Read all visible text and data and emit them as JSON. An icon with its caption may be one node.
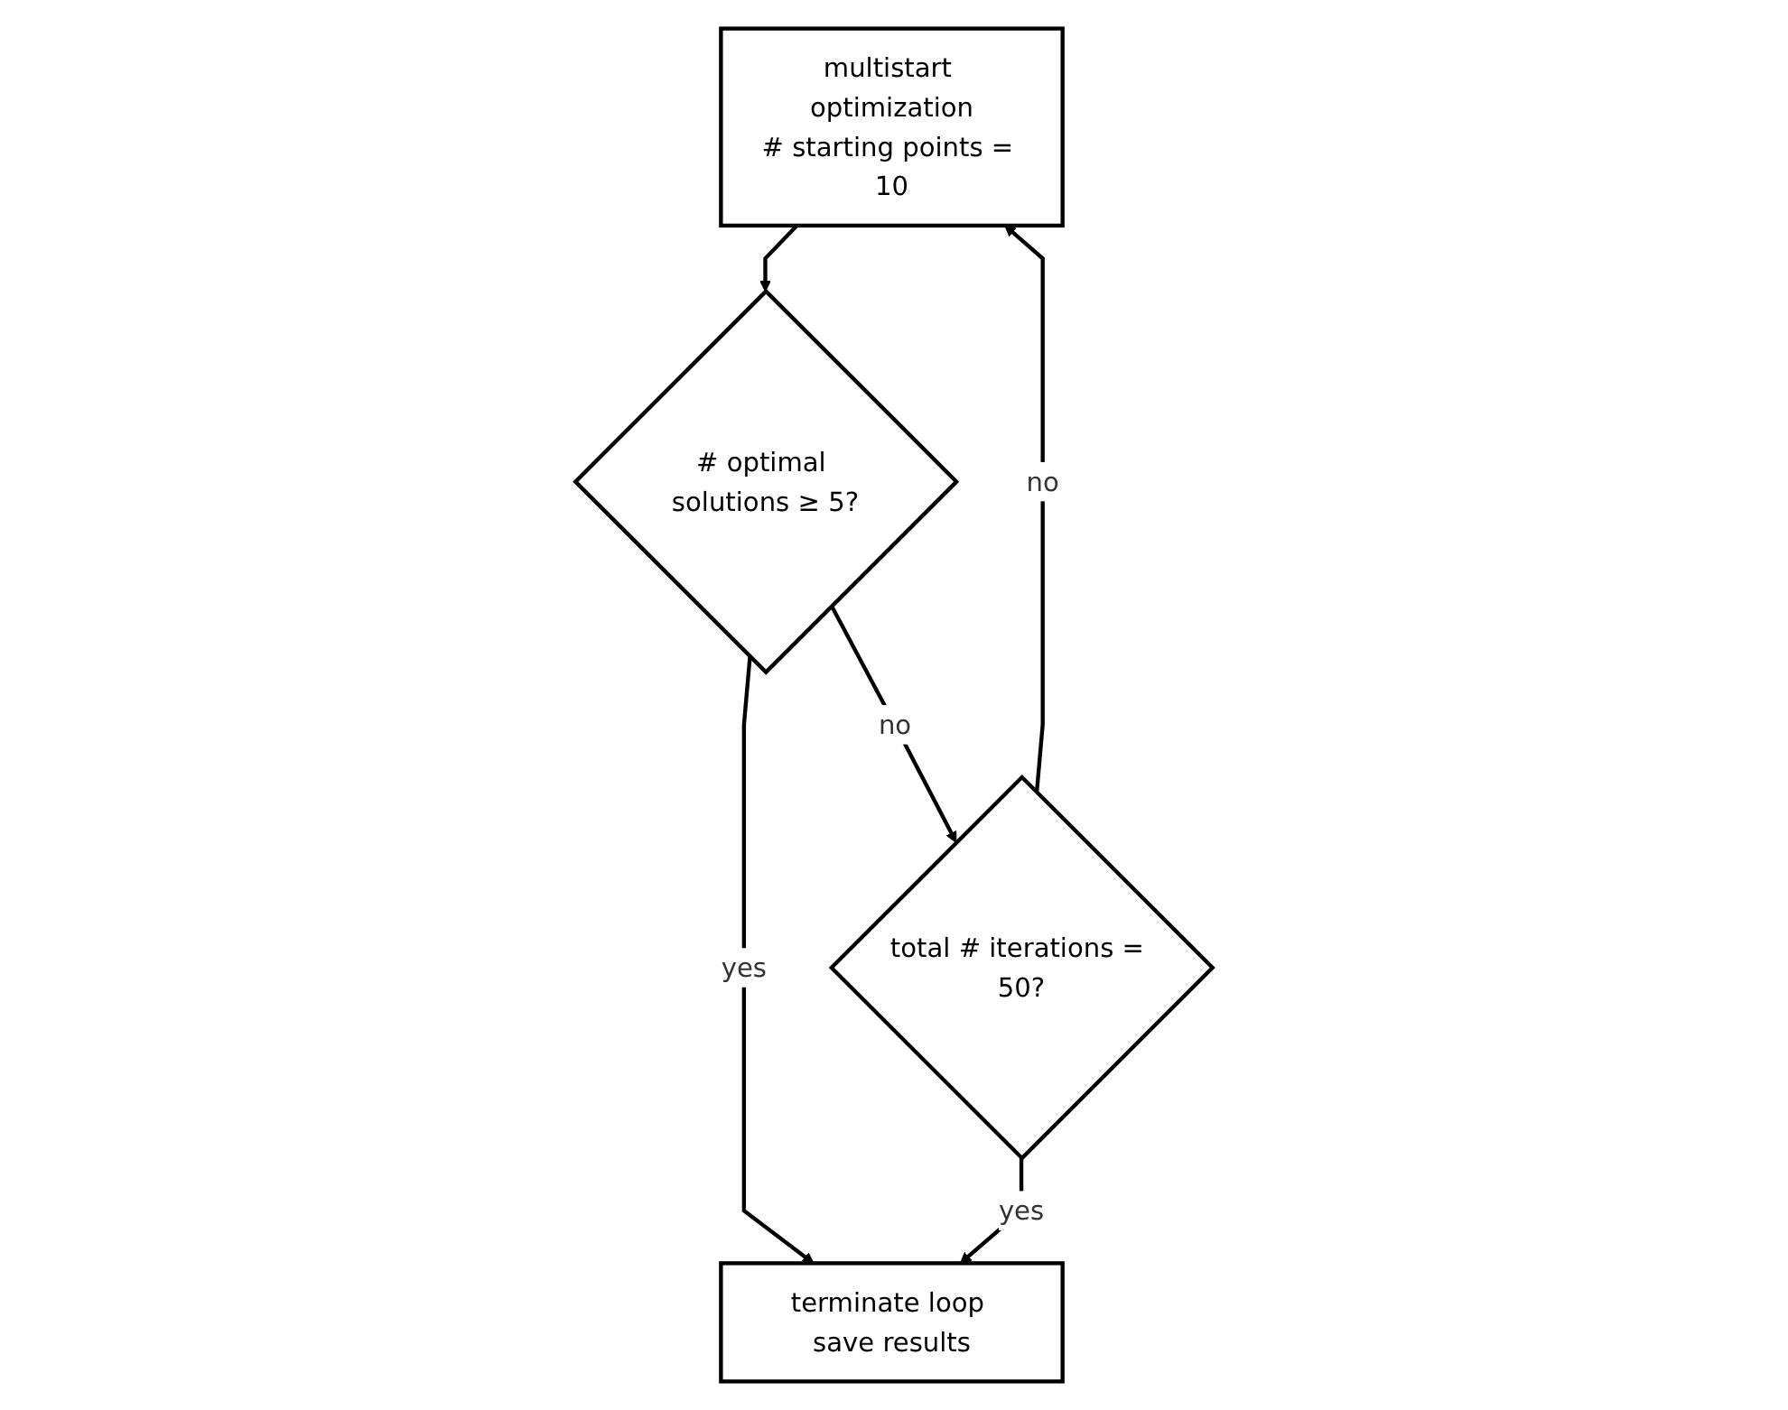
{
  "diagram": {
    "nodes": [
      {
        "text": [
          "multistart optimization",
          "# starting points = 10"
        ]
      },
      {
        "text": [
          "# optimal solutions ≥ 5?"
        ]
      },
      {
        "text": [
          "terminate loop save results"
        ]
      },
      {
        "text": [
          "total # iterations = 50?"
        ]
      }
    ],
    "edges": [
      {
        "from": 0,
        "to": 1,
        "arrow": "to"
      },
      {
        "from": 1,
        "to": 3,
        "arrow": "to",
        "label": "no"
      },
      {
        "from": 1,
        "to": 2,
        "arrow": "to",
        "label": "yes"
      },
      {
        "from": 3,
        "to": 2,
        "arrow": "to",
        "label": "yes"
      },
      {
        "from": 3,
        "to": 0,
        "arrow": "to",
        "label": "no"
      }
    ]
  }
}
